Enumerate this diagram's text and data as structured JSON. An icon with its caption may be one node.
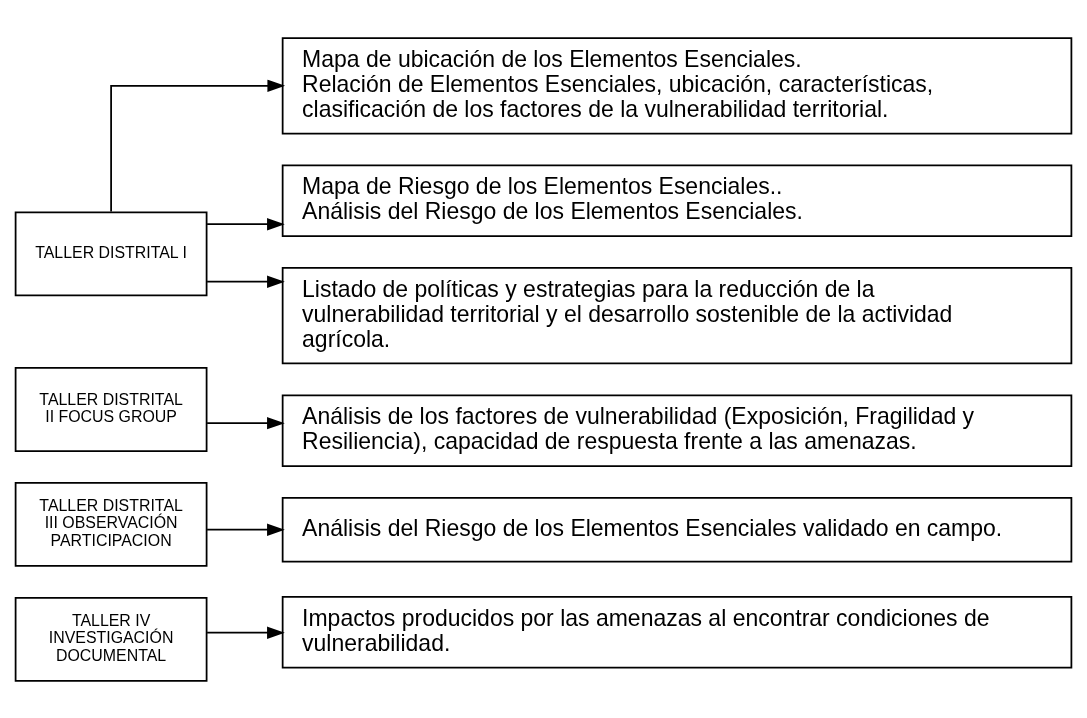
{
  "diagram": {
    "nodes": [
      {
        "text": [
          "TALLER DISTRITAL I"
        ]
      },
      {
        "text": [
          "Mapa de ubicación de los Elementos Esenciales.",
          "Relación de Elementos Esenciales, ubicación, características, clasificación de los factores de la vulnerabilidad territorial."
        ]
      },
      {
        "text": [
          "Mapa de Riesgo de los Elementos Esenciales..",
          "Análisis del Riesgo de los Elementos Esenciales."
        ]
      },
      {
        "text": [
          "Listado de políticas y estrategias para la reducción de la vulnerabilidad territorial y el desarrollo sostenible de la actividad agrícola."
        ]
      },
      {
        "text": [
          "TALLER DISTRITAL II FOCUS GROUP"
        ]
      },
      {
        "text": [
          "Análisis de los factores de vulnerabilidad (Exposición, Fragilidad y Resiliencia), capacidad de respuesta frente a las amenazas."
        ]
      },
      {
        "text": [
          "TALLER DISTRITAL III OBSERVACIÓN PARTICIPACION"
        ]
      },
      {
        "text": [
          "Análisis del Riesgo de los Elementos Esenciales validado en campo."
        ]
      },
      {
        "text": [
          "TALLER IV INVESTIGACIÓN DOCUMENTAL"
        ]
      },
      {
        "text": [
          "Impactos producidos por las amenazas al encontrar condiciones de vulnerabilidad."
        ]
      }
    ],
    "edges": [
      {
        "from": 0,
        "to": 1,
        "arrow": "to"
      },
      {
        "from": 0,
        "to": 2,
        "arrow": "to"
      },
      {
        "from": 0,
        "to": 3,
        "arrow": "to"
      },
      {
        "from": 4,
        "to": 5,
        "arrow": "to"
      },
      {
        "from": 6,
        "to": 7,
        "arrow": "to"
      },
      {
        "from": 8,
        "to": 9,
        "arrow": "to"
      }
    ]
  }
}
